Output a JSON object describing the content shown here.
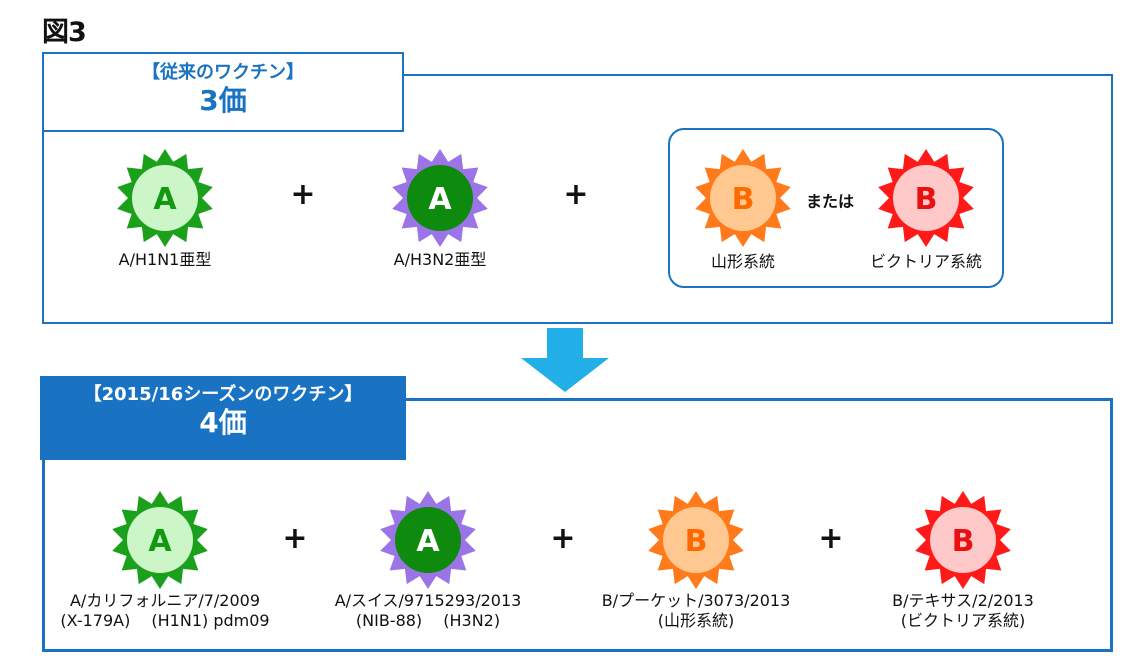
{
  "figure_title": "図3",
  "old_vaccine": {
    "label": "【従来のワクチン】",
    "valency": "3価",
    "items": [
      {
        "letter": "A",
        "caption": "A/H1N1亜型"
      },
      {
        "letter": "A",
        "caption": "A/H3N2亜型"
      }
    ],
    "plus_1": "+",
    "plus_2": "+",
    "b_group": {
      "or_text": "または",
      "items": [
        {
          "letter": "B",
          "caption": "山形系統"
        },
        {
          "letter": "B",
          "caption": "ビクトリア系統"
        }
      ]
    }
  },
  "new_vaccine": {
    "label": "【2015/16シーズンのワクチン】",
    "valency": "4価",
    "plus_1": "+",
    "plus_2": "+",
    "plus_3": "+",
    "items": [
      {
        "letter": "A",
        "line1": "A/カリフォルニア/7/2009",
        "line2": "(X-179A)　 (H1N1)  pdm09"
      },
      {
        "letter": "A",
        "line1": "A/スイス/9715293/2013",
        "line2": "(NIB-88)　 (H3N2)"
      },
      {
        "letter": "B",
        "line1": "B/プーケット/3073/2013",
        "line2": "(山形系統)"
      },
      {
        "letter": "B",
        "line1": "B/テキサス/2/2013",
        "line2": "(ビクトリア系統)"
      }
    ]
  },
  "colors": {
    "panel_blue": "#1a73c2",
    "arrow_blue": "#22aee6",
    "h1n1_spikes": "#1aa01a",
    "h1n1_fill": "#ccf5c8",
    "h3n2_spikes": "#9b74e8",
    "h3n2_fill": "#0e8a0e",
    "yamagata_spikes": "#ff7a1a",
    "yamagata_fill": "#ffc890",
    "victoria_spikes": "#ff1a1a",
    "victoria_fill": "#ffc9c9",
    "letter_green": "#119911",
    "letter_white": "#ffffff",
    "letter_orange": "#ff6a00",
    "letter_red": "#e81010"
  }
}
